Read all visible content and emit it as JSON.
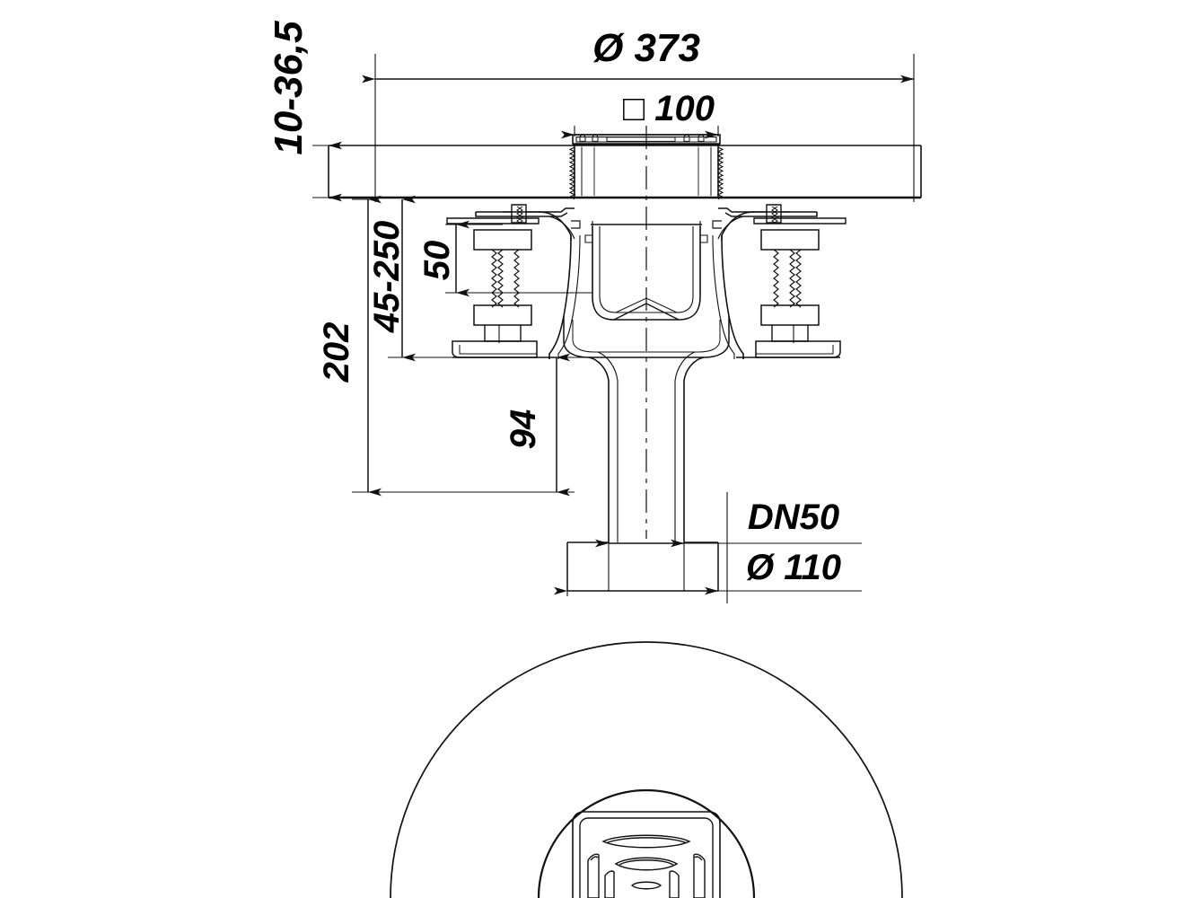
{
  "drawing": {
    "title": "Floor drain sectional and plan view technical drawing",
    "line_color": "#1a1a1a",
    "background_color": "#ffffff",
    "views": {
      "section": "vertical-section-view",
      "plan": "top-plan-view"
    }
  },
  "dimensions": {
    "outer_diameter": {
      "label": "Ø 373",
      "value": 373,
      "unit": "mm",
      "orientation": "horizontal",
      "name": "outer-flange-diameter"
    },
    "grate_size": {
      "label": "□ 100",
      "value": 100,
      "unit": "mm",
      "orientation": "horizontal",
      "name": "square-grate-size"
    },
    "tile_thickness": {
      "label": "10-36,5",
      "value": "10-36,5",
      "unit": "mm",
      "orientation": "vertical",
      "name": "tile-height-adjustment"
    },
    "total_height": {
      "label": "202",
      "value": 202,
      "unit": "mm",
      "orientation": "vertical",
      "name": "total-build-height"
    },
    "adjust_range": {
      "label": "45-250",
      "value": "45-250",
      "unit": "mm",
      "orientation": "vertical",
      "name": "height-adjustment-range"
    },
    "water_seal": {
      "label": "50",
      "value": 50,
      "unit": "mm",
      "orientation": "vertical",
      "name": "water-seal-depth"
    },
    "outlet_height": {
      "label": "94",
      "value": 94,
      "unit": "mm",
      "orientation": "vertical",
      "name": "outlet-centre-height"
    },
    "nominal_diameter": {
      "label": "DN50",
      "value": "DN50",
      "unit": "",
      "orientation": "horizontal",
      "name": "nominal-outlet-diameter"
    },
    "flange_diameter": {
      "label": "Ø 110",
      "value": 110,
      "unit": "mm",
      "orientation": "horizontal",
      "name": "outlet-socket-diameter"
    }
  }
}
